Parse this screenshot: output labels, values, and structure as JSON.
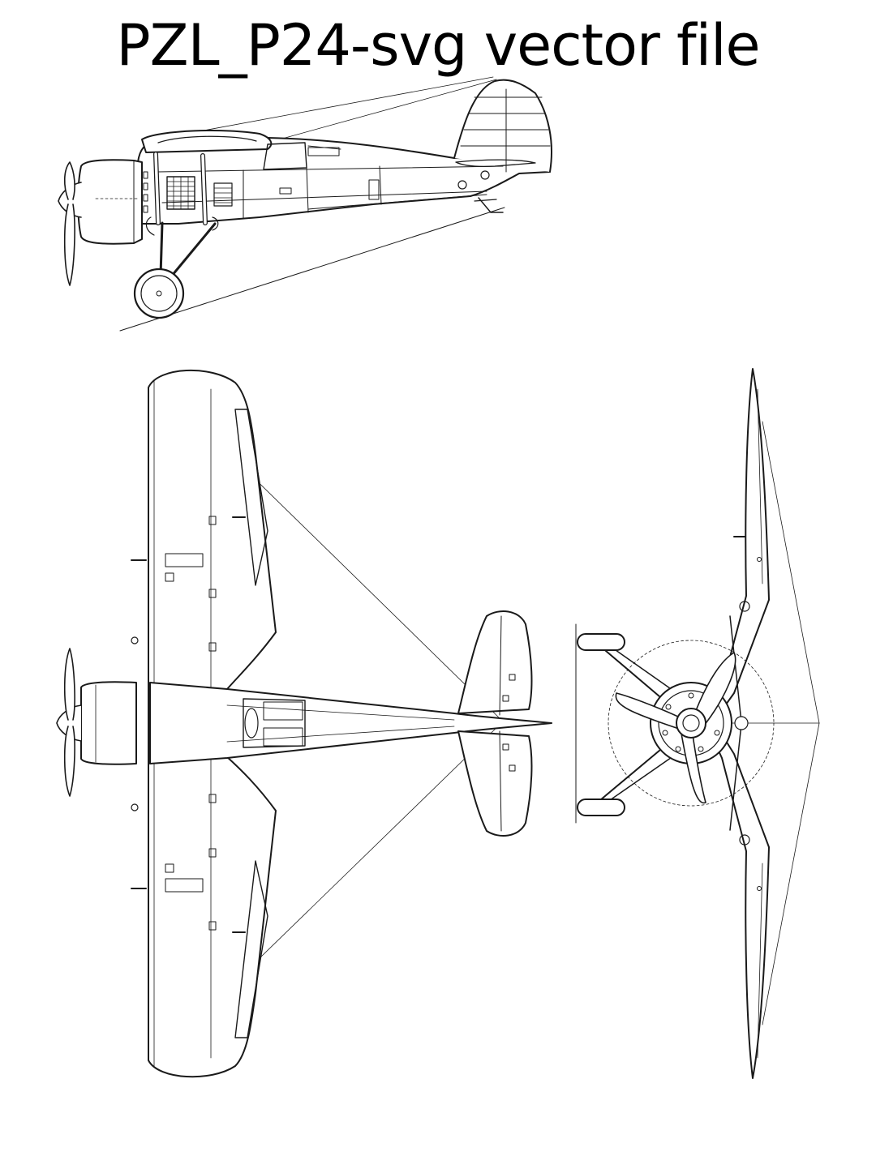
{
  "header": {
    "title": "PZL_P24-svg vector file"
  },
  "drawing": {
    "line_color": "#1a1a1a",
    "views": [
      {
        "id": "side",
        "icon": "side-view-aircraft-icon"
      },
      {
        "id": "top",
        "icon": "top-view-aircraft-icon"
      },
      {
        "id": "front",
        "icon": "front-view-aircraft-icon"
      }
    ]
  }
}
